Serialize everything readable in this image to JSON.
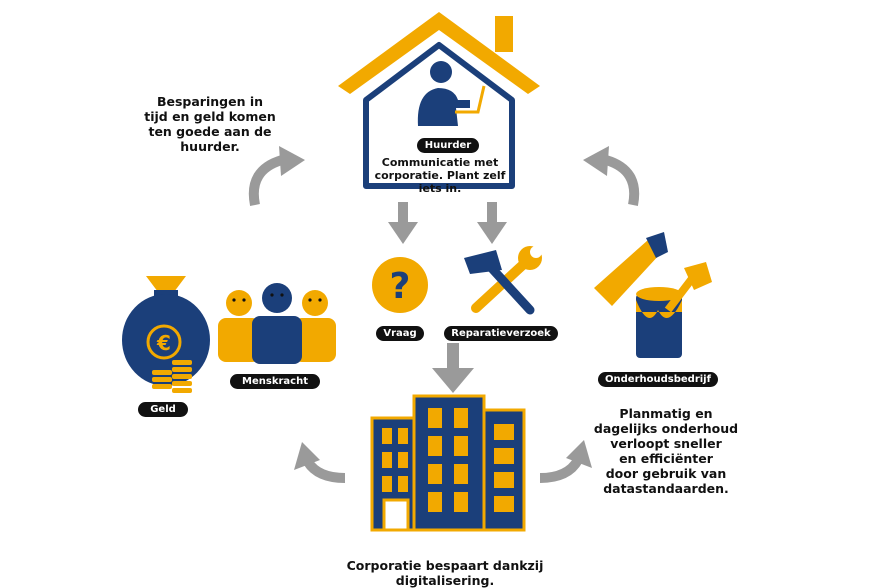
{
  "colors": {
    "navy": "#1b3f7a",
    "yellow": "#f2a900",
    "gray": "#9a9a9a",
    "black": "#111111"
  },
  "house": {
    "label": "Huurder",
    "caption_line1": "Communicatie met",
    "caption_line2": "corporatie. Plant zelf iets in."
  },
  "left_note": [
    "Besparingen in",
    "tijd en geld komen",
    "ten goede aan de",
    "huurder."
  ],
  "right_note": [
    "Planmatig en",
    "dagelijks onderhoud",
    "verloopt sneller",
    "en efficiënter",
    "door gebruik van",
    "datastandaarden."
  ],
  "labels": {
    "vraag": "Vraag",
    "reparatie": "Reparatieverzoek",
    "onderhoud": "Onderhoudsbedrijf",
    "menskracht": "Menskracht",
    "geld": "Geld"
  },
  "icons": {
    "money": "€"
  },
  "bottom_caption": "Corporatie bespaart dankzij digitalisering.",
  "question_mark": "?"
}
